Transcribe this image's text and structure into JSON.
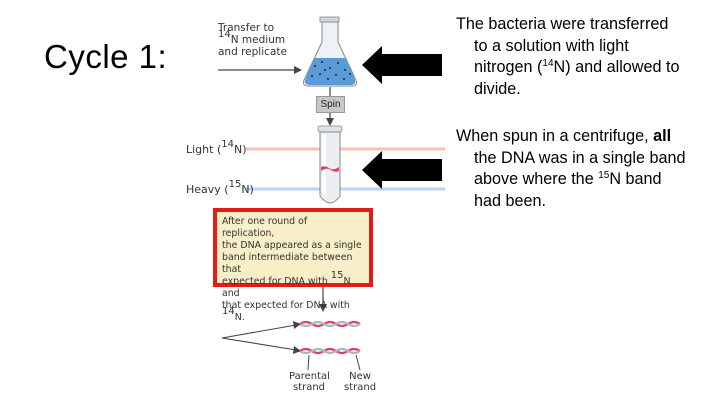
{
  "slide": {
    "title": "Cycle 1:"
  },
  "figure": {
    "transfer_label_line1": "Transfer to",
    "transfer_label_sup": "14",
    "transfer_label_line2": "N medium",
    "transfer_label_line3": "and replicate",
    "spin_label": "Spin",
    "light_label": "Light (",
    "light_sup": "14",
    "light_label_end": "N)",
    "heavy_label": "Heavy (",
    "heavy_sup": "15",
    "heavy_label_end": "N)",
    "result_line1": "After one round of replication,",
    "result_line2": "the DNA appeared as a single",
    "result_line3": "band intermediate between that",
    "result_line4a": "expected for DNA with ",
    "result_line4_sup": "15",
    "result_line4b": "N and",
    "result_line5a": "that expected for DNA with ",
    "result_line5_sup": "14",
    "result_line5b": "N.",
    "parental_label_1": "Parental",
    "parental_label_2": "strand",
    "new_label_1": "New",
    "new_label_2": "strand"
  },
  "text": {
    "p1_a": "The bacteria were transferred",
    "p1_b": "to a solution with light",
    "p1_c": "nitrogen (",
    "p1_sup": "14",
    "p1_d": "N) and allowed to",
    "p1_e": "divide.",
    "p2_a": "When spun in a centrifuge, ",
    "p2_bold": "all",
    "p2_b": "the DNA was in a single band",
    "p2_c": "above where the ",
    "p2_sup": "15",
    "p2_d": "N band",
    "p2_e": "had been."
  },
  "colors": {
    "arrow": "#000000",
    "result_border": "#e41b17",
    "result_fill": "#f7efc7",
    "light_line": "#f2c3b3",
    "heavy_line": "#b9d3ee",
    "flask_liquid": "#5b9bd5",
    "dna_band": "#d9426b"
  }
}
